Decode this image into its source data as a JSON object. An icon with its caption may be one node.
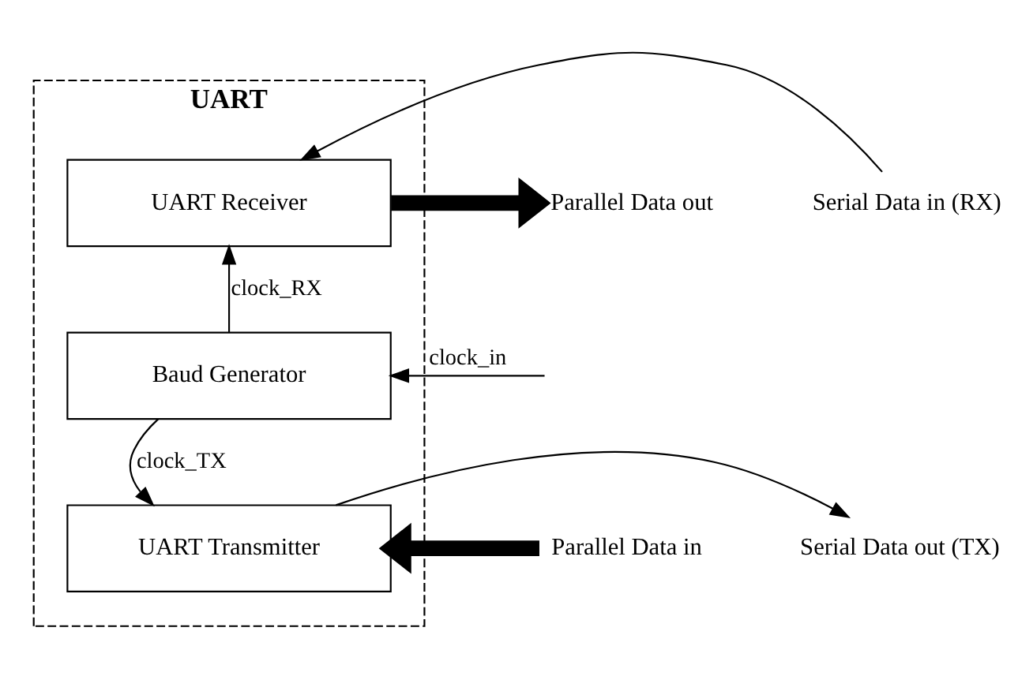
{
  "diagram": {
    "nodes": [
      {
        "text": [
          "UART"
        ]
      },
      {
        "text": [
          "Parallel Data out"
        ]
      },
      {
        "text": [
          "UART Receiver"
        ],
        "in": 0
      },
      {
        "text": [
          "Serial Data in (RX)"
        ]
      },
      {
        "text": [
          "Baud Generator"
        ],
        "in": 0
      },
      {
        "text": [
          "UART Transmitter"
        ],
        "in": 0
      },
      {
        "text": [
          "Parallel Data in"
        ]
      },
      {
        "text": [
          "Serial Data out (TX)"
        ]
      }
    ],
    "edges": [
      {
        "from": 2,
        "to": 1,
        "arrow": "to",
        "style": "thick"
      },
      {
        "from": 3,
        "to": 2,
        "arrow": "to"
      },
      {
        "from": 4,
        "to": 2,
        "arrow": "to",
        "label": "clock_RX"
      },
      {
        "from": null,
        "to": 4,
        "arrow": "to",
        "label": "clock_in"
      },
      {
        "from": 4,
        "to": 5,
        "arrow": "to",
        "label": "clock_TX"
      },
      {
        "from": 6,
        "to": 5,
        "arrow": "to",
        "style": "thick"
      },
      {
        "from": 5,
        "to": 7,
        "arrow": "to"
      }
    ]
  }
}
